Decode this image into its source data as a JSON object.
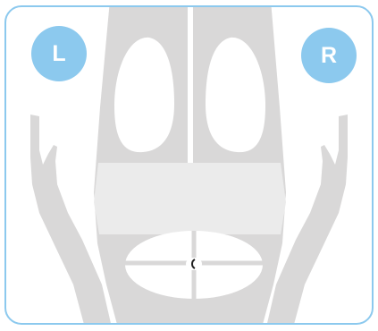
{
  "labels": {
    "left": "L",
    "right": "R"
  },
  "colors": {
    "border": "#8cc9ee",
    "badge": "#8cc9ee",
    "body": "#d9d8d8",
    "band": "#ebebeb",
    "white": "#ffffff",
    "mark": "#1f1f1f"
  },
  "icons": {
    "badge_left": "left-side-marker",
    "badge_right": "right-side-marker"
  }
}
